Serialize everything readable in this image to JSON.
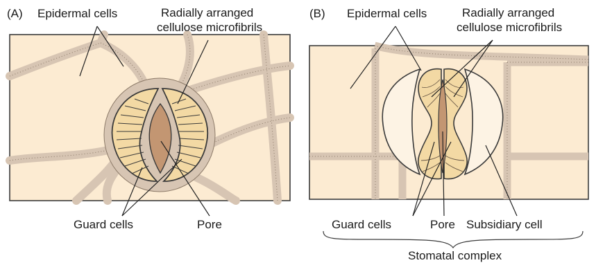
{
  "panels": [
    {
      "letter": "(A)",
      "labels": {
        "epidermal_cells": "Epidermal cells",
        "microfibrils_line1": "Radially arranged",
        "microfibrils_line2": "cellulose microfibrils",
        "guard_cells": "Guard cells",
        "pore": "Pore"
      }
    },
    {
      "letter": "(B)",
      "labels": {
        "epidermal_cells": "Epidermal cells",
        "microfibrils_line1": "Radially arranged",
        "microfibrils_line2": "cellulose microfibrils",
        "guard_cells": "Guard cells",
        "pore": "Pore",
        "subsidiary_cell": "Subsidiary cell",
        "stomatal_complex": "Stomatal complex"
      }
    }
  ],
  "colors": {
    "cell_fill": "#fcebd2",
    "cell_wall": "#d7c5b3",
    "guard_fill": "#f3d9a4",
    "pore_fill": "#c39672",
    "outline": "#3a3a3a"
  }
}
